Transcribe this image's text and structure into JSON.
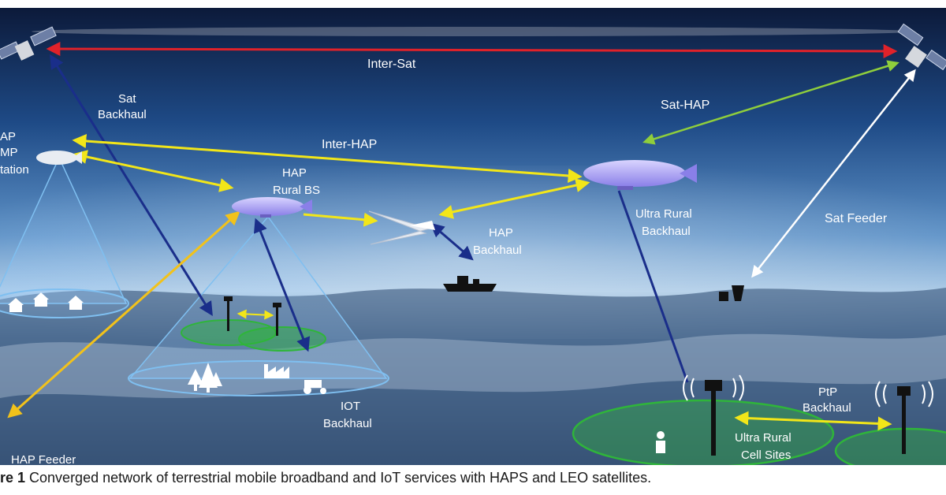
{
  "labels": {
    "inter_sat": "Inter-Sat",
    "sat_backhaul": [
      "Sat",
      "Backhaul"
    ],
    "sat_hap": "Sat-HAP",
    "inter_hap": "Inter-HAP",
    "hap_left": [
      "AP",
      "MP",
      "tation"
    ],
    "hap_rural_bs": [
      "HAP",
      "Rural BS"
    ],
    "ultra_rural_backhaul": [
      "Ultra Rural",
      "Backhaul"
    ],
    "hap_backhaul": [
      "HAP",
      "Backhaul"
    ],
    "sat_feeder": "Sat Feeder",
    "iot_backhaul": [
      "IOT",
      "Backhaul"
    ],
    "hap_feeder": "HAP Feeder",
    "ptp_backhaul": [
      "PtP",
      "Backhaul"
    ],
    "ultra_rural_cell_sites": [
      "Ultra Rural",
      "Cell Sites"
    ]
  },
  "caption": {
    "prefix": "re 1",
    "text": " Converged network of terrestrial mobile broadband and IoT services with HAPS and LEO satellites."
  },
  "colors": {
    "inter_sat_link": "#e0222a",
    "hap_links": "#f2e619",
    "sat_hap_link": "#8fce3c",
    "backhaul_links": "#1a2e8a",
    "sat_feeder_link": "#ffffff",
    "hap_feeder_link": "#f2c21a",
    "coverage_green": "#2fb53a"
  }
}
